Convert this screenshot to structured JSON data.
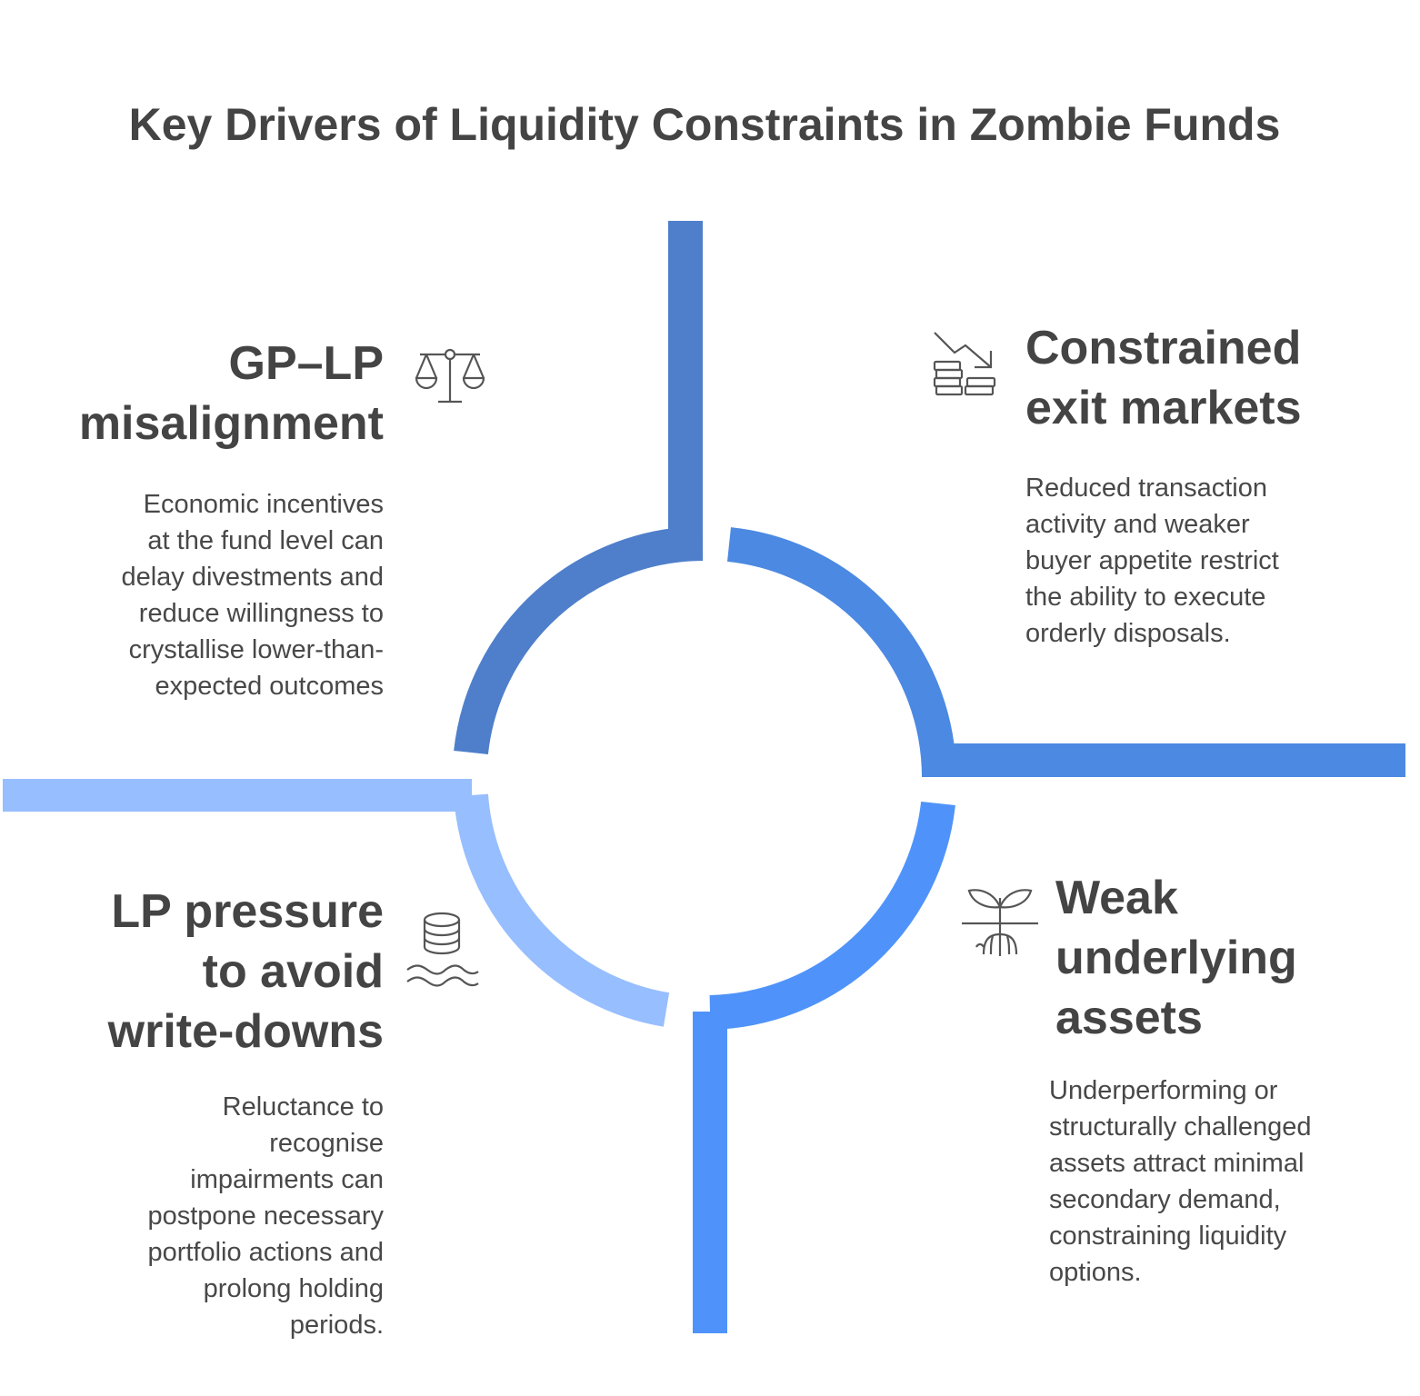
{
  "title": "Key Drivers of Liquidity Constraints in Zombie Funds",
  "colors": {
    "top_left": "#4F7FCB",
    "top_right": "#4C89E2",
    "bottom_right": "#4F93FA",
    "bottom_left": "#97BEFF",
    "text": "#444444"
  },
  "quadrants": {
    "gp_lp": {
      "icon": "scale-icon",
      "heading": [
        "GP–LP",
        "misalignment"
      ],
      "body": [
        "Economic incentives",
        "at the fund level can",
        "delay divestments and",
        "reduce willingness to",
        "crystallise lower-than-",
        "expected outcomes"
      ]
    },
    "exit": {
      "icon": "declining-coins-icon",
      "heading": [
        "Constrained",
        "exit markets"
      ],
      "body": [
        "Reduced transaction",
        "activity and weaker",
        "buyer appetite restrict",
        "the ability to execute",
        "orderly disposals."
      ]
    },
    "assets": {
      "icon": "sprout-roots-icon",
      "heading": [
        "Weak",
        "underlying",
        "assets"
      ],
      "body": [
        "Underperforming or",
        "structurally challenged",
        "assets attract minimal",
        "secondary demand,",
        "constraining liquidity",
        "options."
      ]
    },
    "lp": {
      "icon": "database-water-icon",
      "heading": [
        "LP pressure",
        "to avoid",
        "write-downs"
      ],
      "body": [
        "Reluctance to",
        "recognise",
        "impairments can",
        "postpone necessary",
        "portfolio actions and",
        "prolong holding",
        "periods."
      ]
    }
  }
}
